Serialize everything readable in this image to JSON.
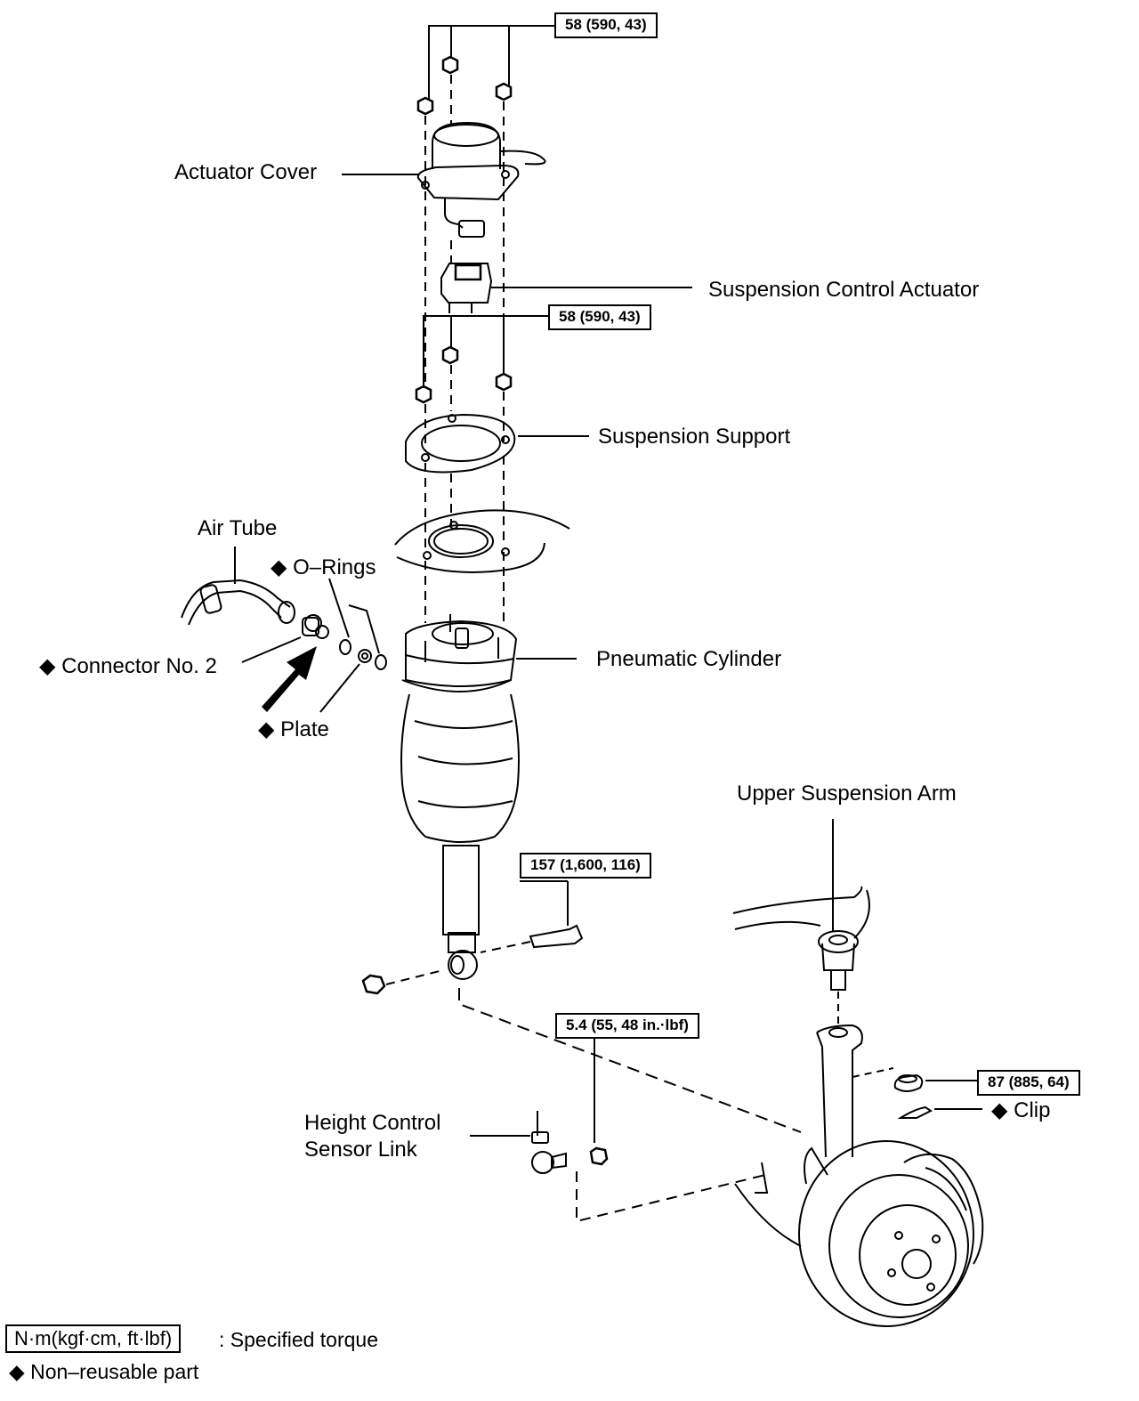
{
  "labels": {
    "actuator_cover": "Actuator Cover",
    "suspension_control_actuator": "Suspension Control Actuator",
    "suspension_support": "Suspension Support",
    "air_tube": "Air Tube",
    "o_rings": "◆ O–Rings",
    "connector_no2": "◆ Connector No. 2",
    "plate": "◆ Plate",
    "pneumatic_cylinder": "Pneumatic Cylinder",
    "upper_suspension_arm": "Upper Suspension Arm",
    "height_control_line1": "Height Control",
    "height_control_line2": "Sensor Link",
    "clip": "◆ Clip"
  },
  "torques": {
    "top_nuts": "58 (590, 43)",
    "support_nuts": "58 (590, 43)",
    "lower_bolt": "157 (1,600, 116)",
    "sensor_nut": "5.4 (55, 48 in.·lbf)",
    "arm_nut": "87 (885, 64)"
  },
  "legend": {
    "unit_box": "N·m(kgf·cm, ft·lbf)",
    "unit_text": ": Specified torque",
    "nonreusable": "◆ Non–reusable part"
  }
}
